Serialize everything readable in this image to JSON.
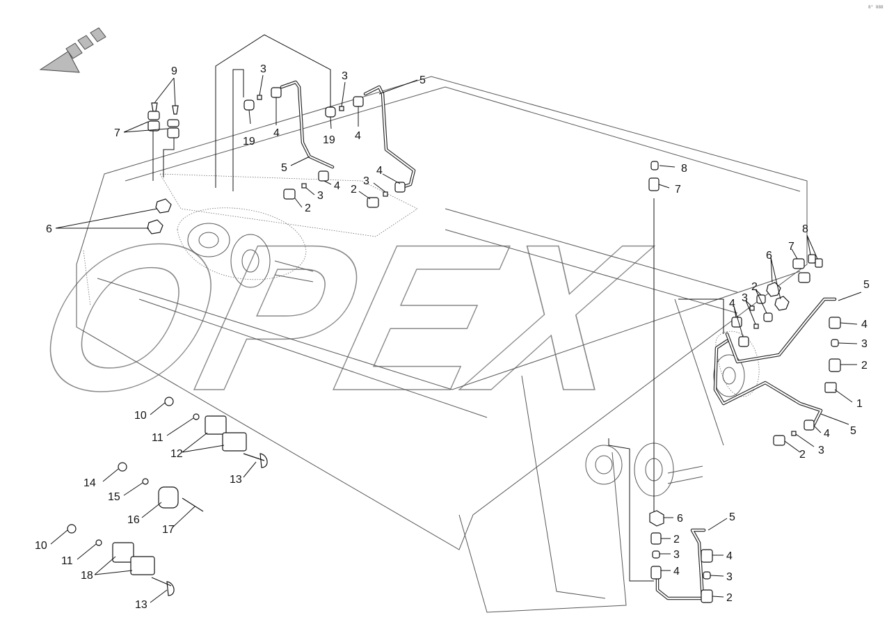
{
  "corner_ref": "8° 888",
  "watermark": "OPEX",
  "callouts": [
    {
      "text": "9"
    },
    {
      "text": "7"
    },
    {
      "text": "3"
    },
    {
      "text": "19"
    },
    {
      "text": "4"
    },
    {
      "text": "3"
    },
    {
      "text": "19"
    },
    {
      "text": "4"
    },
    {
      "text": "5"
    },
    {
      "text": "5"
    },
    {
      "text": "4"
    },
    {
      "text": "3"
    },
    {
      "text": "2"
    },
    {
      "text": "4"
    },
    {
      "text": "3"
    },
    {
      "text": "2"
    },
    {
      "text": "6"
    },
    {
      "text": "8"
    },
    {
      "text": "7"
    },
    {
      "text": "8"
    },
    {
      "text": "7"
    },
    {
      "text": "6"
    },
    {
      "text": "2"
    },
    {
      "text": "3"
    },
    {
      "text": "4"
    },
    {
      "text": "5"
    },
    {
      "text": "4"
    },
    {
      "text": "3"
    },
    {
      "text": "2"
    },
    {
      "text": "1"
    },
    {
      "text": "5"
    },
    {
      "text": "4"
    },
    {
      "text": "3"
    },
    {
      "text": "2"
    },
    {
      "text": "10"
    },
    {
      "text": "11"
    },
    {
      "text": "12"
    },
    {
      "text": "13"
    },
    {
      "text": "14"
    },
    {
      "text": "15"
    },
    {
      "text": "16"
    },
    {
      "text": "17"
    },
    {
      "text": "10"
    },
    {
      "text": "11"
    },
    {
      "text": "18"
    },
    {
      "text": "13"
    },
    {
      "text": "6"
    },
    {
      "text": "2"
    },
    {
      "text": "3"
    },
    {
      "text": "4"
    },
    {
      "text": "5"
    },
    {
      "text": "4"
    },
    {
      "text": "3"
    },
    {
      "text": "2"
    }
  ]
}
